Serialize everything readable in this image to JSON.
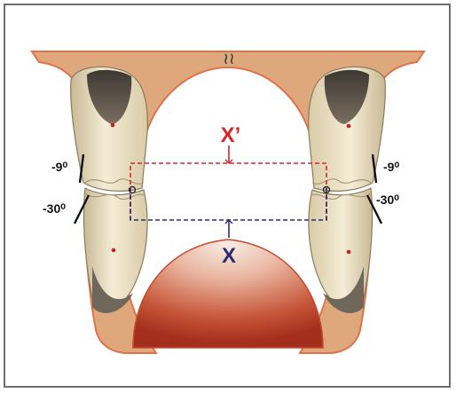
{
  "labels": {
    "x_prime": "X’",
    "x": "X",
    "break_mark": "≀≀",
    "left_upper_angle": "-9⁰",
    "left_lower_angle": "-30⁰",
    "right_upper_angle": "-9⁰",
    "right_lower_angle": "-30⁰"
  },
  "colors": {
    "bone": "#dfa77c",
    "bone_edge": "#e0724a",
    "tooth": "#efe6cc",
    "tooth_shadow": "#b9ab86",
    "occlusal_dark": "#5a5248",
    "tongue_dark": "#b23a25",
    "tongue_light": "#f6e9df",
    "x_prime_color": "#d6262b",
    "x_color": "#2b2c6e",
    "frame": "#6e6e6e"
  }
}
